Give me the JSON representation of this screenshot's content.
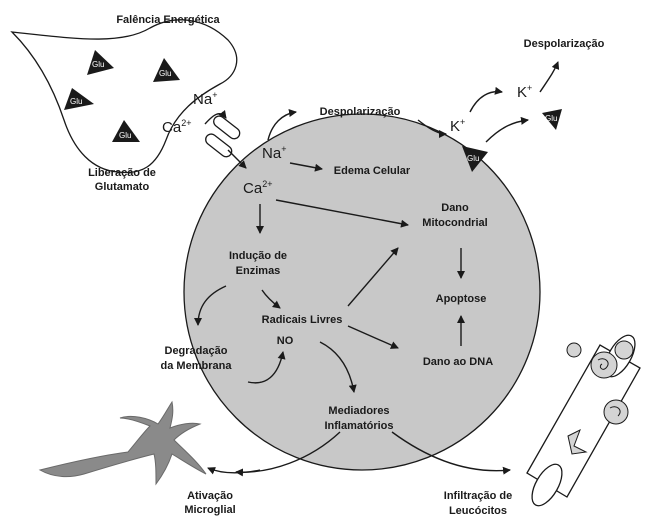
{
  "labels": {
    "falencia": "Falência Energética",
    "liberacao_1": "Liberação de",
    "liberacao_2": "Glutamato",
    "despol_top": "Despolarização",
    "despol_inner": "Despolarização",
    "edema": "Edema Celular",
    "dano_mito_1": "Dano",
    "dano_mito_2": "Mitocondrial",
    "inducao_1": "Indução de",
    "inducao_2": "Enzimas",
    "radicais": "Radicais Livres",
    "no": "NO",
    "apoptose": "Apoptose",
    "degradacao_1": "Degradação",
    "degradacao_2": "da Membrana",
    "dano_dna": "Dano ao DNA",
    "mediadores_1": "Mediadores",
    "mediadores_2": "Inflamatórios",
    "ativacao_1": "Ativação",
    "ativacao_2": "Microglial",
    "infiltracao_1": "Infiltração de",
    "infiltracao_2": "Leucócitos"
  },
  "ions": {
    "na": "Na",
    "na_sup": "+",
    "ca": "Ca",
    "ca_sup": "2+",
    "k": "K",
    "k_sup": "+"
  },
  "glu": "Glu",
  "colors": {
    "cell_fill": "#c8c8c8",
    "stroke": "#1a1a1a",
    "glu_fill": "#1a1a1a",
    "microglia": "#8a8a8a",
    "leukocyte": "#d4d4d4"
  }
}
